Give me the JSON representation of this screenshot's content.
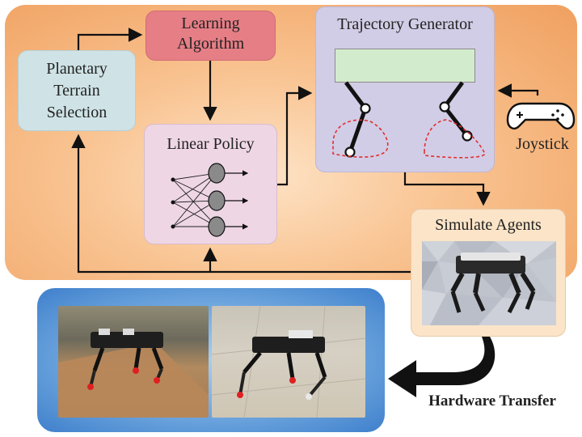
{
  "nodes": {
    "planetary_terrain_selection": "Planetary\nTerrain\nSelection",
    "learning_algorithm": "Learning\nAlgorithm",
    "linear_policy": "Linear Policy",
    "trajectory_generator": "Trajectory Generator",
    "joystick": "Joystick",
    "simulate_agents": "Simulate Agents",
    "hardware_transfer": "Hardware Transfer"
  },
  "colors": {
    "main_panel": "#f4b27a",
    "main_panel_center": "#fde0c0",
    "terrain_box": "#cfe3e6",
    "learning_box": "#e67e86",
    "policy_box": "#eed6e4",
    "trajectory_box": "#d2cde6",
    "trajectory_bar": "#d3ebcd",
    "simulate_box": "#fbe4c8",
    "hardware_panel": "#4f8fd4",
    "dashed_path": "#e03030"
  },
  "icons": [
    "neural-network-icon",
    "joystick-icon",
    "robot-leg-icon"
  ]
}
